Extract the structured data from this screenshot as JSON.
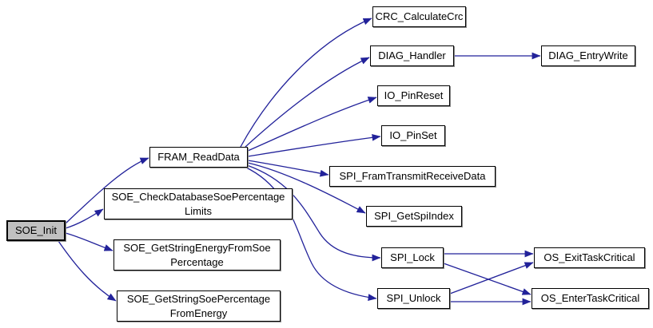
{
  "diagram": {
    "type": "call-graph",
    "colors": {
      "edge": "#22229a",
      "node_fill": "#ffffff",
      "node_border": "#000000",
      "highlight_fill": "#c0c0c0",
      "background": "#ffffff"
    },
    "nodes": [
      {
        "id": "SOE_Init",
        "label": "SOE_Init",
        "highlighted": true
      },
      {
        "id": "FRAM_ReadData",
        "label": "FRAM_ReadData",
        "highlighted": false
      },
      {
        "id": "SOE_CheckDatabaseSoePercentageLimits",
        "label": "SOE_CheckDatabaseSoePercentage Limits",
        "highlighted": false
      },
      {
        "id": "SOE_GetStringEnergyFromSoePercentage",
        "label": "SOE_GetStringEnergyFromSoe Percentage",
        "highlighted": false
      },
      {
        "id": "SOE_GetStringSoePercentageFromEnergy",
        "label": "SOE_GetStringSoePercentage FromEnergy",
        "highlighted": false
      },
      {
        "id": "CRC_CalculateCrc",
        "label": "CRC_CalculateCrc",
        "highlighted": false
      },
      {
        "id": "DIAG_Handler",
        "label": "DIAG_Handler",
        "highlighted": false
      },
      {
        "id": "DIAG_EntryWrite",
        "label": "DIAG_EntryWrite",
        "highlighted": false
      },
      {
        "id": "IO_PinReset",
        "label": "IO_PinReset",
        "highlighted": false
      },
      {
        "id": "IO_PinSet",
        "label": "IO_PinSet",
        "highlighted": false
      },
      {
        "id": "SPI_FramTransmitReceiveData",
        "label": "SPI_FramTransmitReceiveData",
        "highlighted": false
      },
      {
        "id": "SPI_GetSpiIndex",
        "label": "SPI_GetSpiIndex",
        "highlighted": false
      },
      {
        "id": "SPI_Lock",
        "label": "SPI_Lock",
        "highlighted": false
      },
      {
        "id": "SPI_Unlock",
        "label": "SPI_Unlock",
        "highlighted": false
      },
      {
        "id": "OS_ExitTaskCritical",
        "label": "OS_ExitTaskCritical",
        "highlighted": false
      },
      {
        "id": "OS_EnterTaskCritical",
        "label": "OS_EnterTaskCritical",
        "highlighted": false
      }
    ],
    "edges": [
      {
        "from": "SOE_Init",
        "to": "FRAM_ReadData"
      },
      {
        "from": "SOE_Init",
        "to": "SOE_CheckDatabaseSoePercentageLimits"
      },
      {
        "from": "SOE_Init",
        "to": "SOE_GetStringEnergyFromSoePercentage"
      },
      {
        "from": "SOE_Init",
        "to": "SOE_GetStringSoePercentageFromEnergy"
      },
      {
        "from": "FRAM_ReadData",
        "to": "CRC_CalculateCrc"
      },
      {
        "from": "FRAM_ReadData",
        "to": "DIAG_Handler"
      },
      {
        "from": "FRAM_ReadData",
        "to": "IO_PinReset"
      },
      {
        "from": "FRAM_ReadData",
        "to": "IO_PinSet"
      },
      {
        "from": "FRAM_ReadData",
        "to": "SPI_FramTransmitReceiveData"
      },
      {
        "from": "FRAM_ReadData",
        "to": "SPI_GetSpiIndex"
      },
      {
        "from": "FRAM_ReadData",
        "to": "SPI_Lock"
      },
      {
        "from": "FRAM_ReadData",
        "to": "SPI_Unlock"
      },
      {
        "from": "DIAG_Handler",
        "to": "DIAG_EntryWrite"
      },
      {
        "from": "SPI_Lock",
        "to": "OS_ExitTaskCritical"
      },
      {
        "from": "SPI_Lock",
        "to": "OS_EnterTaskCritical"
      },
      {
        "from": "SPI_Unlock",
        "to": "OS_ExitTaskCritical"
      },
      {
        "from": "SPI_Unlock",
        "to": "OS_EnterTaskCritical"
      }
    ]
  }
}
